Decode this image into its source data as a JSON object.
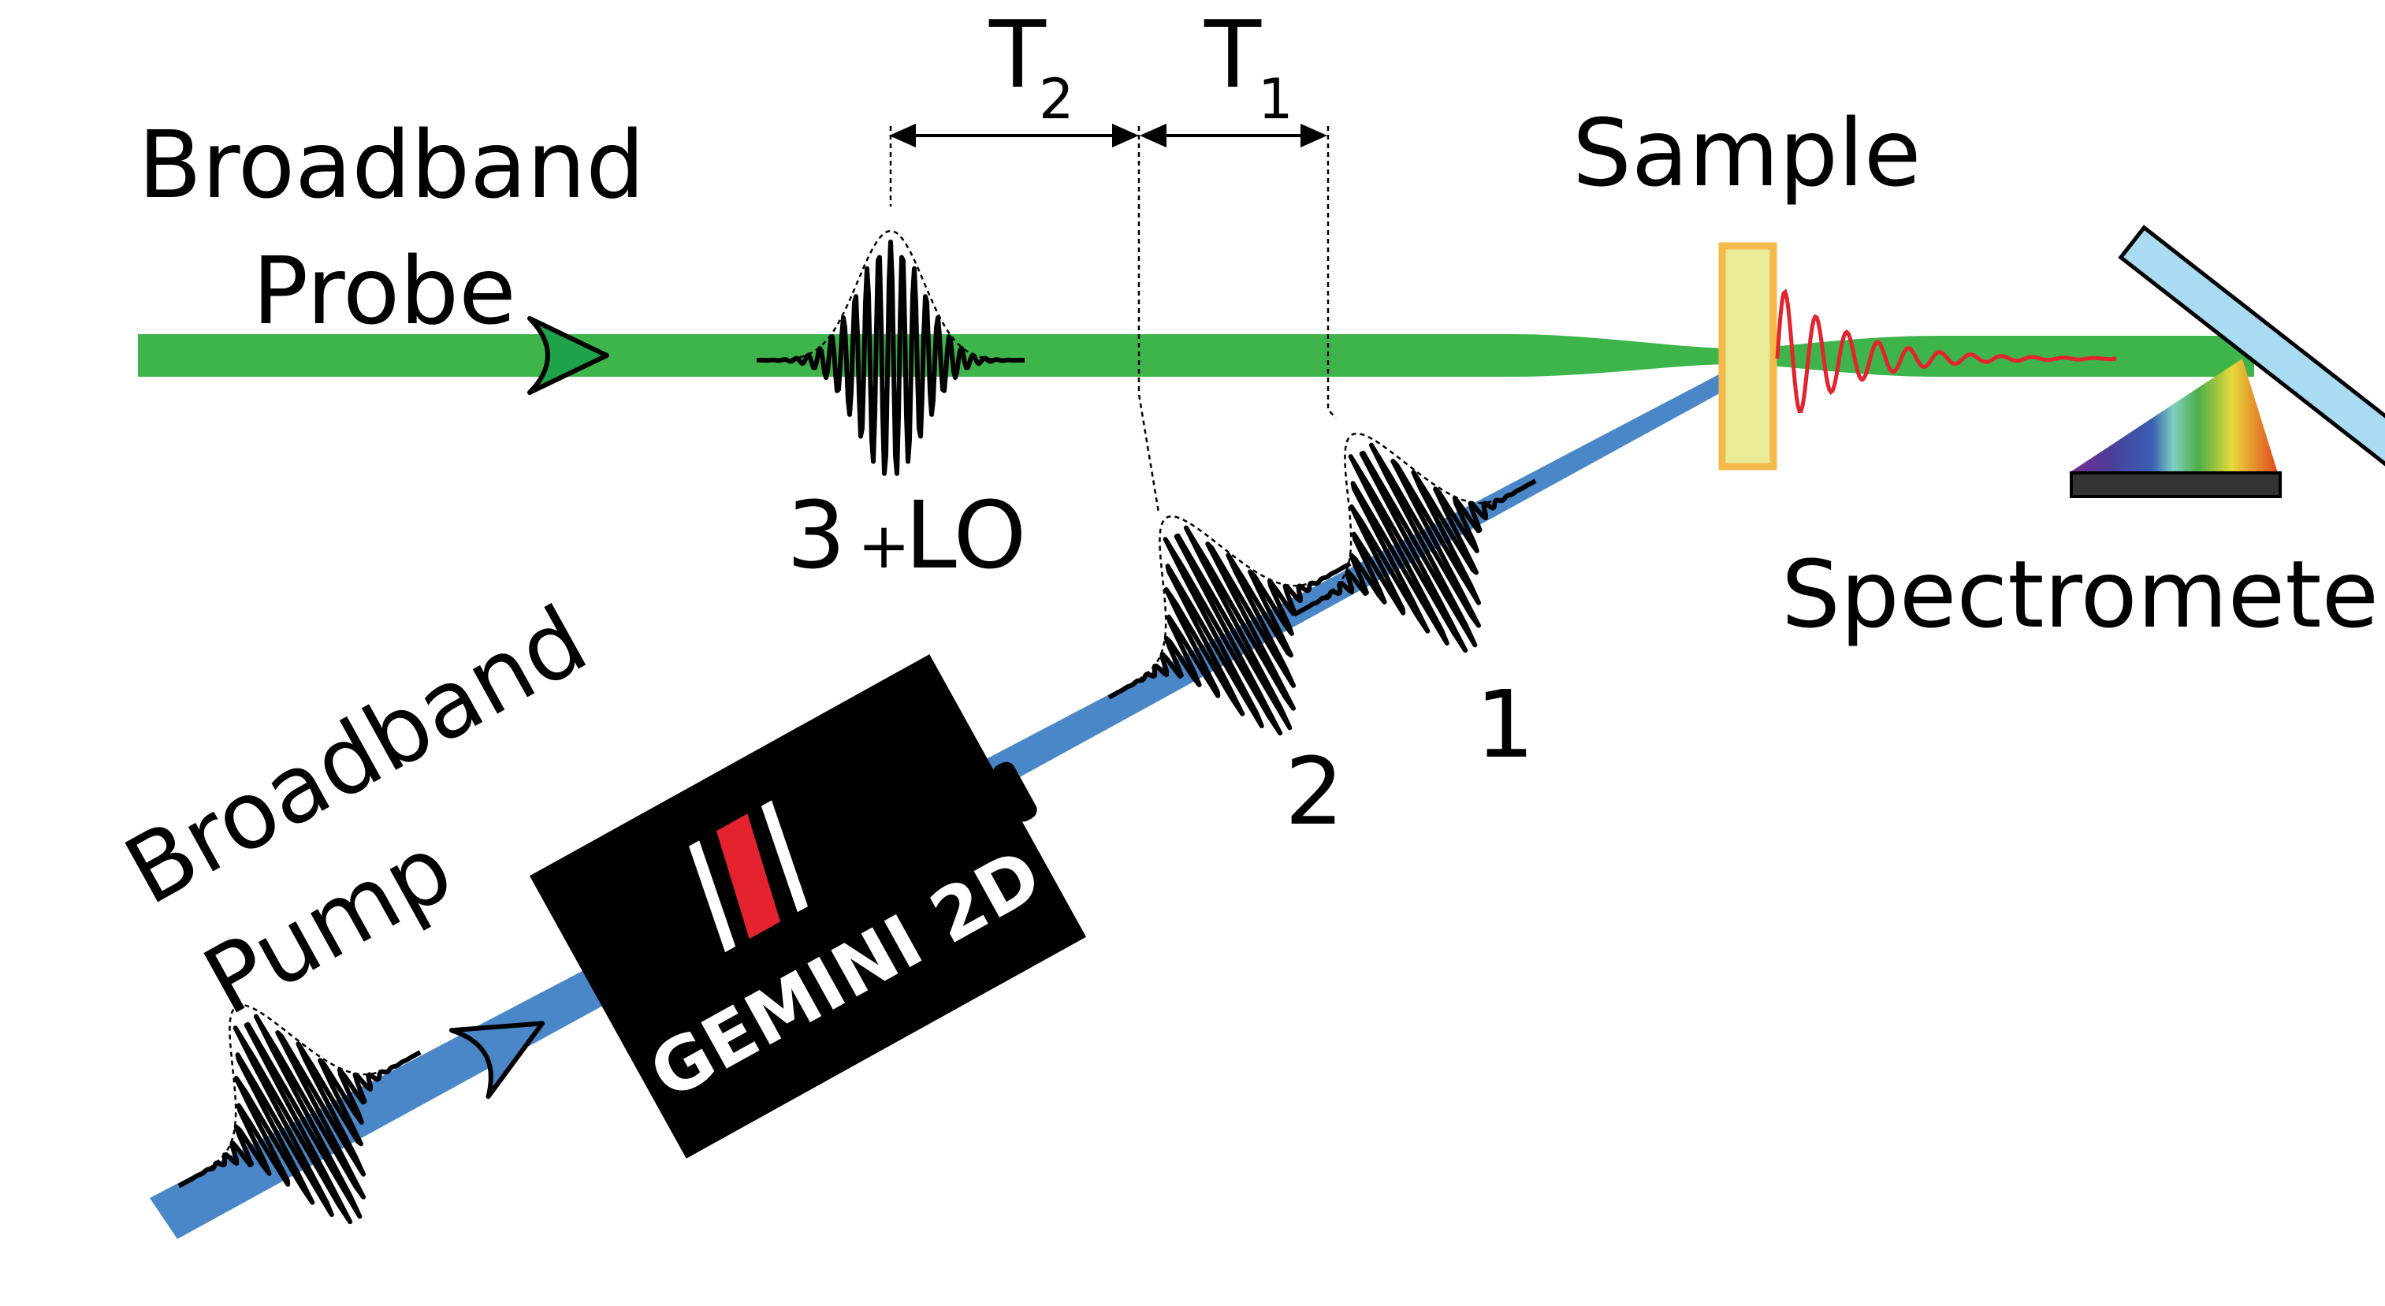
{
  "labels": {
    "probe_line1": "Broadband",
    "probe_line2": "Probe",
    "pump_line1": "Broadband",
    "pump_line2": "Pump",
    "sample": "Sample",
    "spectrometer": "Spectrometer",
    "t2_main": "T",
    "t2_sub": "2",
    "t1_main": "T",
    "t1_sub": "1",
    "pulse3_num": "3",
    "pulse3_plus": "+",
    "pulse3_lo": "LO",
    "pulse2": "2",
    "pulse1": "1"
  },
  "device": {
    "name": "GEMINI 2D",
    "logo": "N-logo"
  },
  "colors": {
    "probe_beam": "#3db54a",
    "pump_beam": "#4a87c8",
    "sample_fill": "#e8ec97",
    "sample_border": "#f5b94a",
    "signal": "#e4232e",
    "mirror": "#a9dcf2",
    "logo_red": "#e4232e"
  }
}
